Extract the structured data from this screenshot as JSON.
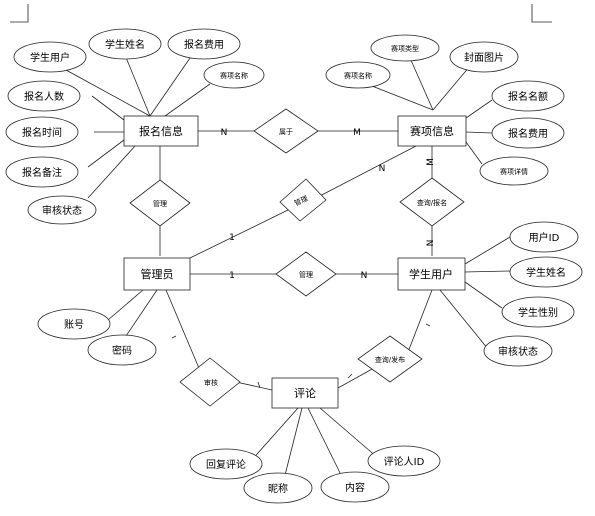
{
  "entities": {
    "signup": "报名信息",
    "event": "赛项信息",
    "admin": "管理员",
    "student": "学生用户",
    "comment": "评论"
  },
  "attributes": {
    "signup_student_user": "学生用户",
    "signup_student_name": "学生姓名",
    "signup_fee": "报名费用",
    "signup_event_name": "赛项名称",
    "signup_count": "报名人数",
    "signup_time": "报名时间",
    "signup_note": "报名备注",
    "signup_review": "审核状态",
    "event_type": "赛项类型",
    "event_cover": "封面图片",
    "event_name": "赛项名称",
    "event_quota": "报名名额",
    "event_fee": "报名费用",
    "event_detail": "赛项详情",
    "admin_account": "账号",
    "admin_password": "密码",
    "student_id": "用户ID",
    "student_name": "学生姓名",
    "student_gender": "学生性别",
    "student_review": "审核状态",
    "comment_reply": "回复评论",
    "comment_nickname": "昵称",
    "comment_content": "内容",
    "comment_user_id": "评论人ID"
  },
  "relationships": {
    "belongs": "属于",
    "manage_signup": "管理",
    "manage_event": "管理",
    "manage_student": "管理",
    "query_signup": "查询/报名",
    "review": "审核",
    "query_publish": "查询/发布"
  },
  "cardinality": {
    "belongs_signup": "N",
    "belongs_event": "M",
    "event_manage": "N",
    "admin_manage_event": "1",
    "event_query": "M",
    "student_query": "N",
    "admin_manage_student": "1",
    "student_manage": "N"
  }
}
